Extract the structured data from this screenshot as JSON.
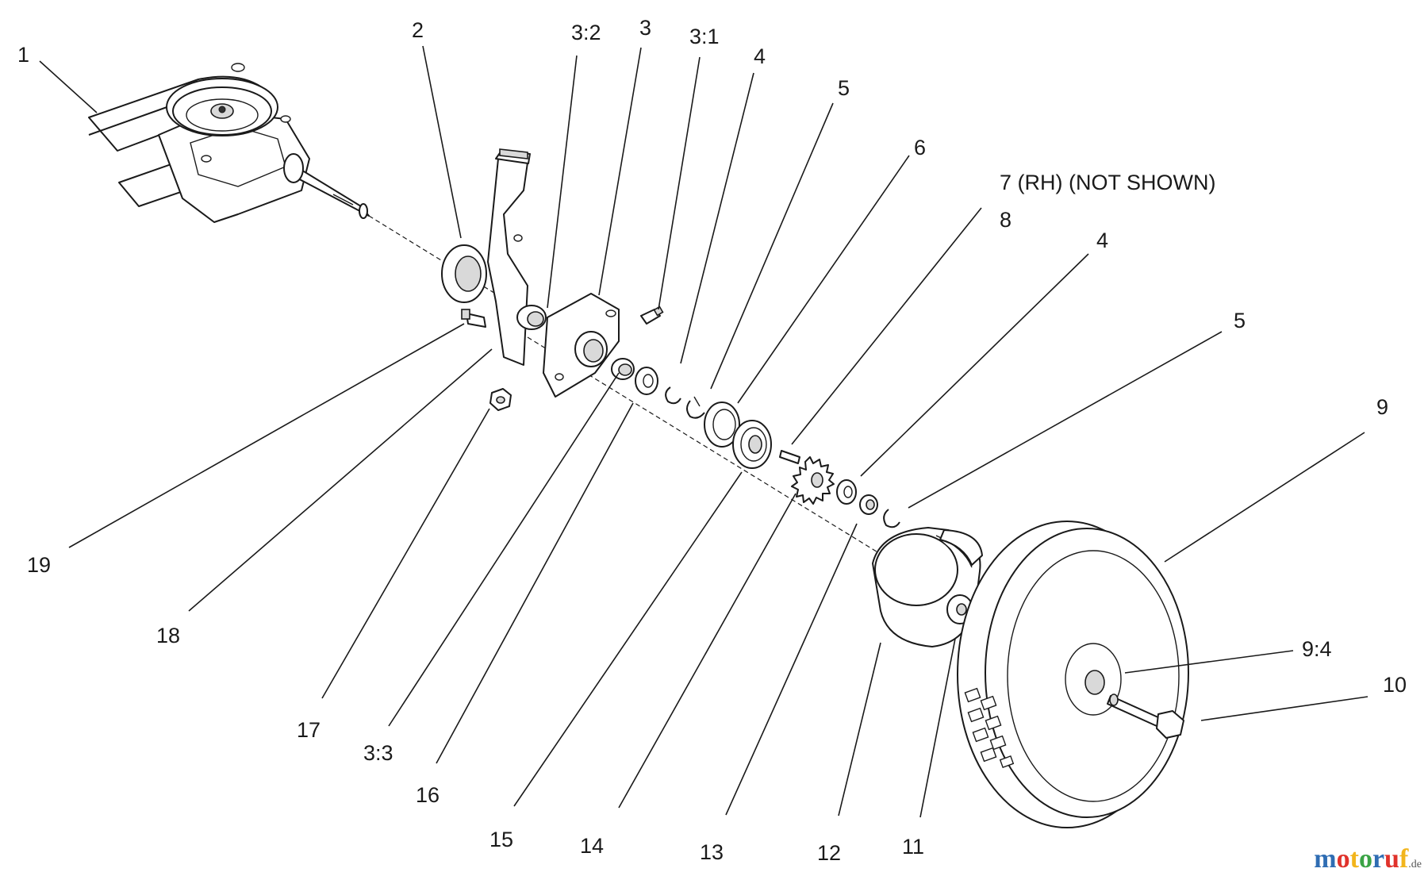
{
  "diagram": {
    "callouts": {
      "c1": "1",
      "c2": "2",
      "c3_2": "3:2",
      "c3": "3",
      "c3_1": "3:1",
      "c4a": "4",
      "c5a": "5",
      "c6": "6",
      "c7": "7 (RH) (NOT SHOWN)",
      "c8": "8",
      "c4b": "4",
      "c5b": "5",
      "c9": "9",
      "c9_4": "9:4",
      "c10": "10",
      "c11": "11",
      "c12": "12",
      "c13": "13",
      "c14": "14",
      "c15": "15",
      "c16": "16",
      "c3_3": "3:3",
      "c17": "17",
      "c18": "18",
      "c19": "19"
    }
  },
  "watermark": {
    "brand": "motoruf",
    "tld": ".de",
    "letter_colors": [
      "#2f6db3",
      "#e0322b",
      "#f2b51c",
      "#3aa345",
      "#2f6db3",
      "#e0322b",
      "#f2b51c"
    ]
  }
}
